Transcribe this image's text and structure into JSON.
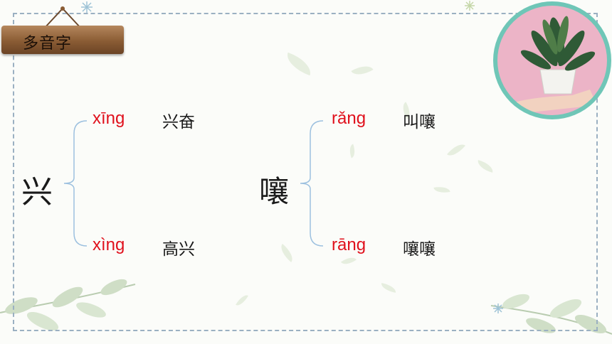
{
  "title_sign": {
    "label": "多音字"
  },
  "groups": [
    {
      "character": "兴",
      "readings": [
        {
          "pinyin": "xīng",
          "word": "兴奋"
        },
        {
          "pinyin": "xìng",
          "word": "高兴"
        }
      ]
    },
    {
      "character": "嚷",
      "readings": [
        {
          "pinyin": "rǎng",
          "word": "叫嚷"
        },
        {
          "pinyin": "rāng",
          "word": "嚷嚷"
        }
      ]
    }
  ],
  "colors": {
    "pinyin": "#e0101c",
    "frame_dash": "#9bb0c2",
    "photo_ring": "#6fc6b7",
    "photo_background": "#ecb4c7",
    "sign_wood": "#8a5c34"
  },
  "decorations": {
    "photo_icon": "potted-plant-in-hand-icon",
    "sign_icon": "hanging-wood-sign-icon"
  }
}
